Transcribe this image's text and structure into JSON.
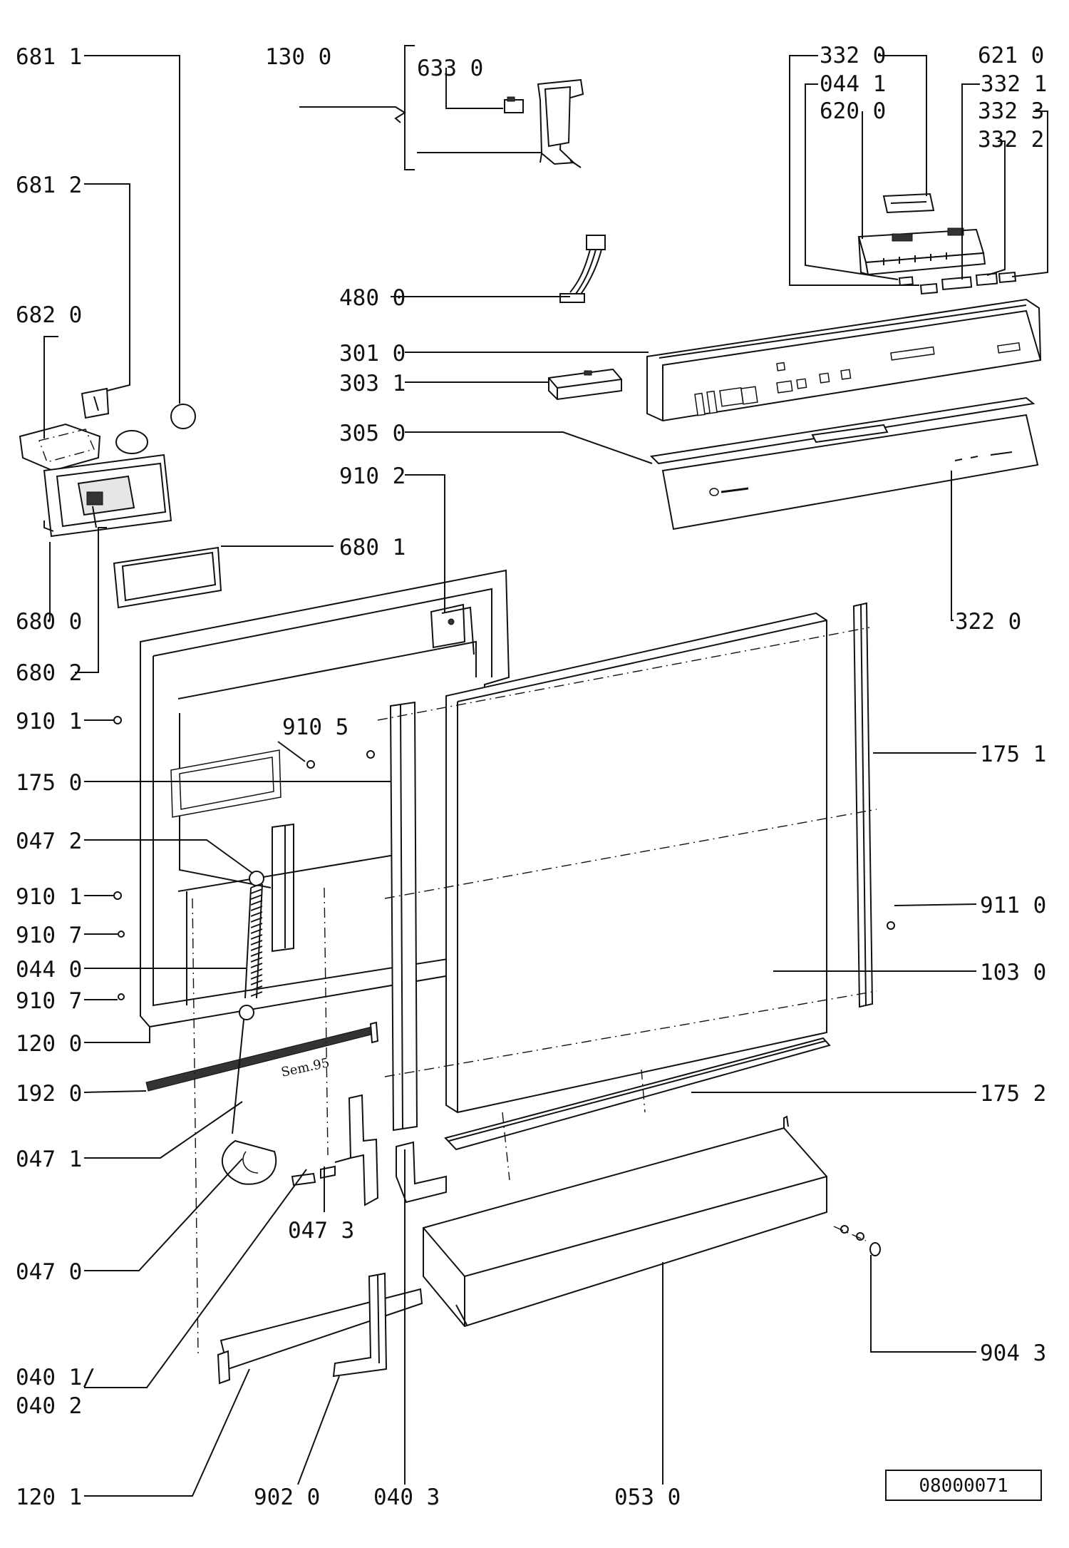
{
  "diagram": {
    "reference_number": "08000071",
    "stamp_text": "Sem.95",
    "labels": {
      "l681_1": "681 1",
      "l130_0": "130 0",
      "l633_0": "633 0",
      "l332_0": "332 0",
      "l621_0": "621 0",
      "l044_1": "044 1",
      "l332_1": "332 1",
      "l620_0": "620 0",
      "l332_3": "332 3",
      "l332_2": "332 2",
      "l681_2": "681 2",
      "l682_0": "682 0",
      "l480_0": "480 0",
      "l301_0": "301 0",
      "l303_1": "303 1",
      "l305_0": "305 0",
      "l910_2": "910 2",
      "l680_1": "680 1",
      "l680_0": "680 0",
      "l322_0": "322 0",
      "l680_2": "680 2",
      "l910_1a": "910 1",
      "l910_5": "910 5",
      "l175_1": "175 1",
      "l175_0": "175 0",
      "l047_2": "047 2",
      "l910_1b": "910 1",
      "l911_0": "911 0",
      "l910_7a": "910 7",
      "l044_0": "044 0",
      "l103_0": "103 0",
      "l910_7b": "910 7",
      "l120_0": "120 0",
      "l192_0": "192 0",
      "l175_2": "175 2",
      "l047_1": "047 1",
      "l047_3": "047 3",
      "l047_0": "047 0",
      "l904_3": "904 3",
      "l040_1": "040 1/",
      "l040_2": "040 2",
      "l120_1": "120 1",
      "l902_0": "902 0",
      "l040_3": "040 3",
      "l053_0": "053 0"
    }
  }
}
